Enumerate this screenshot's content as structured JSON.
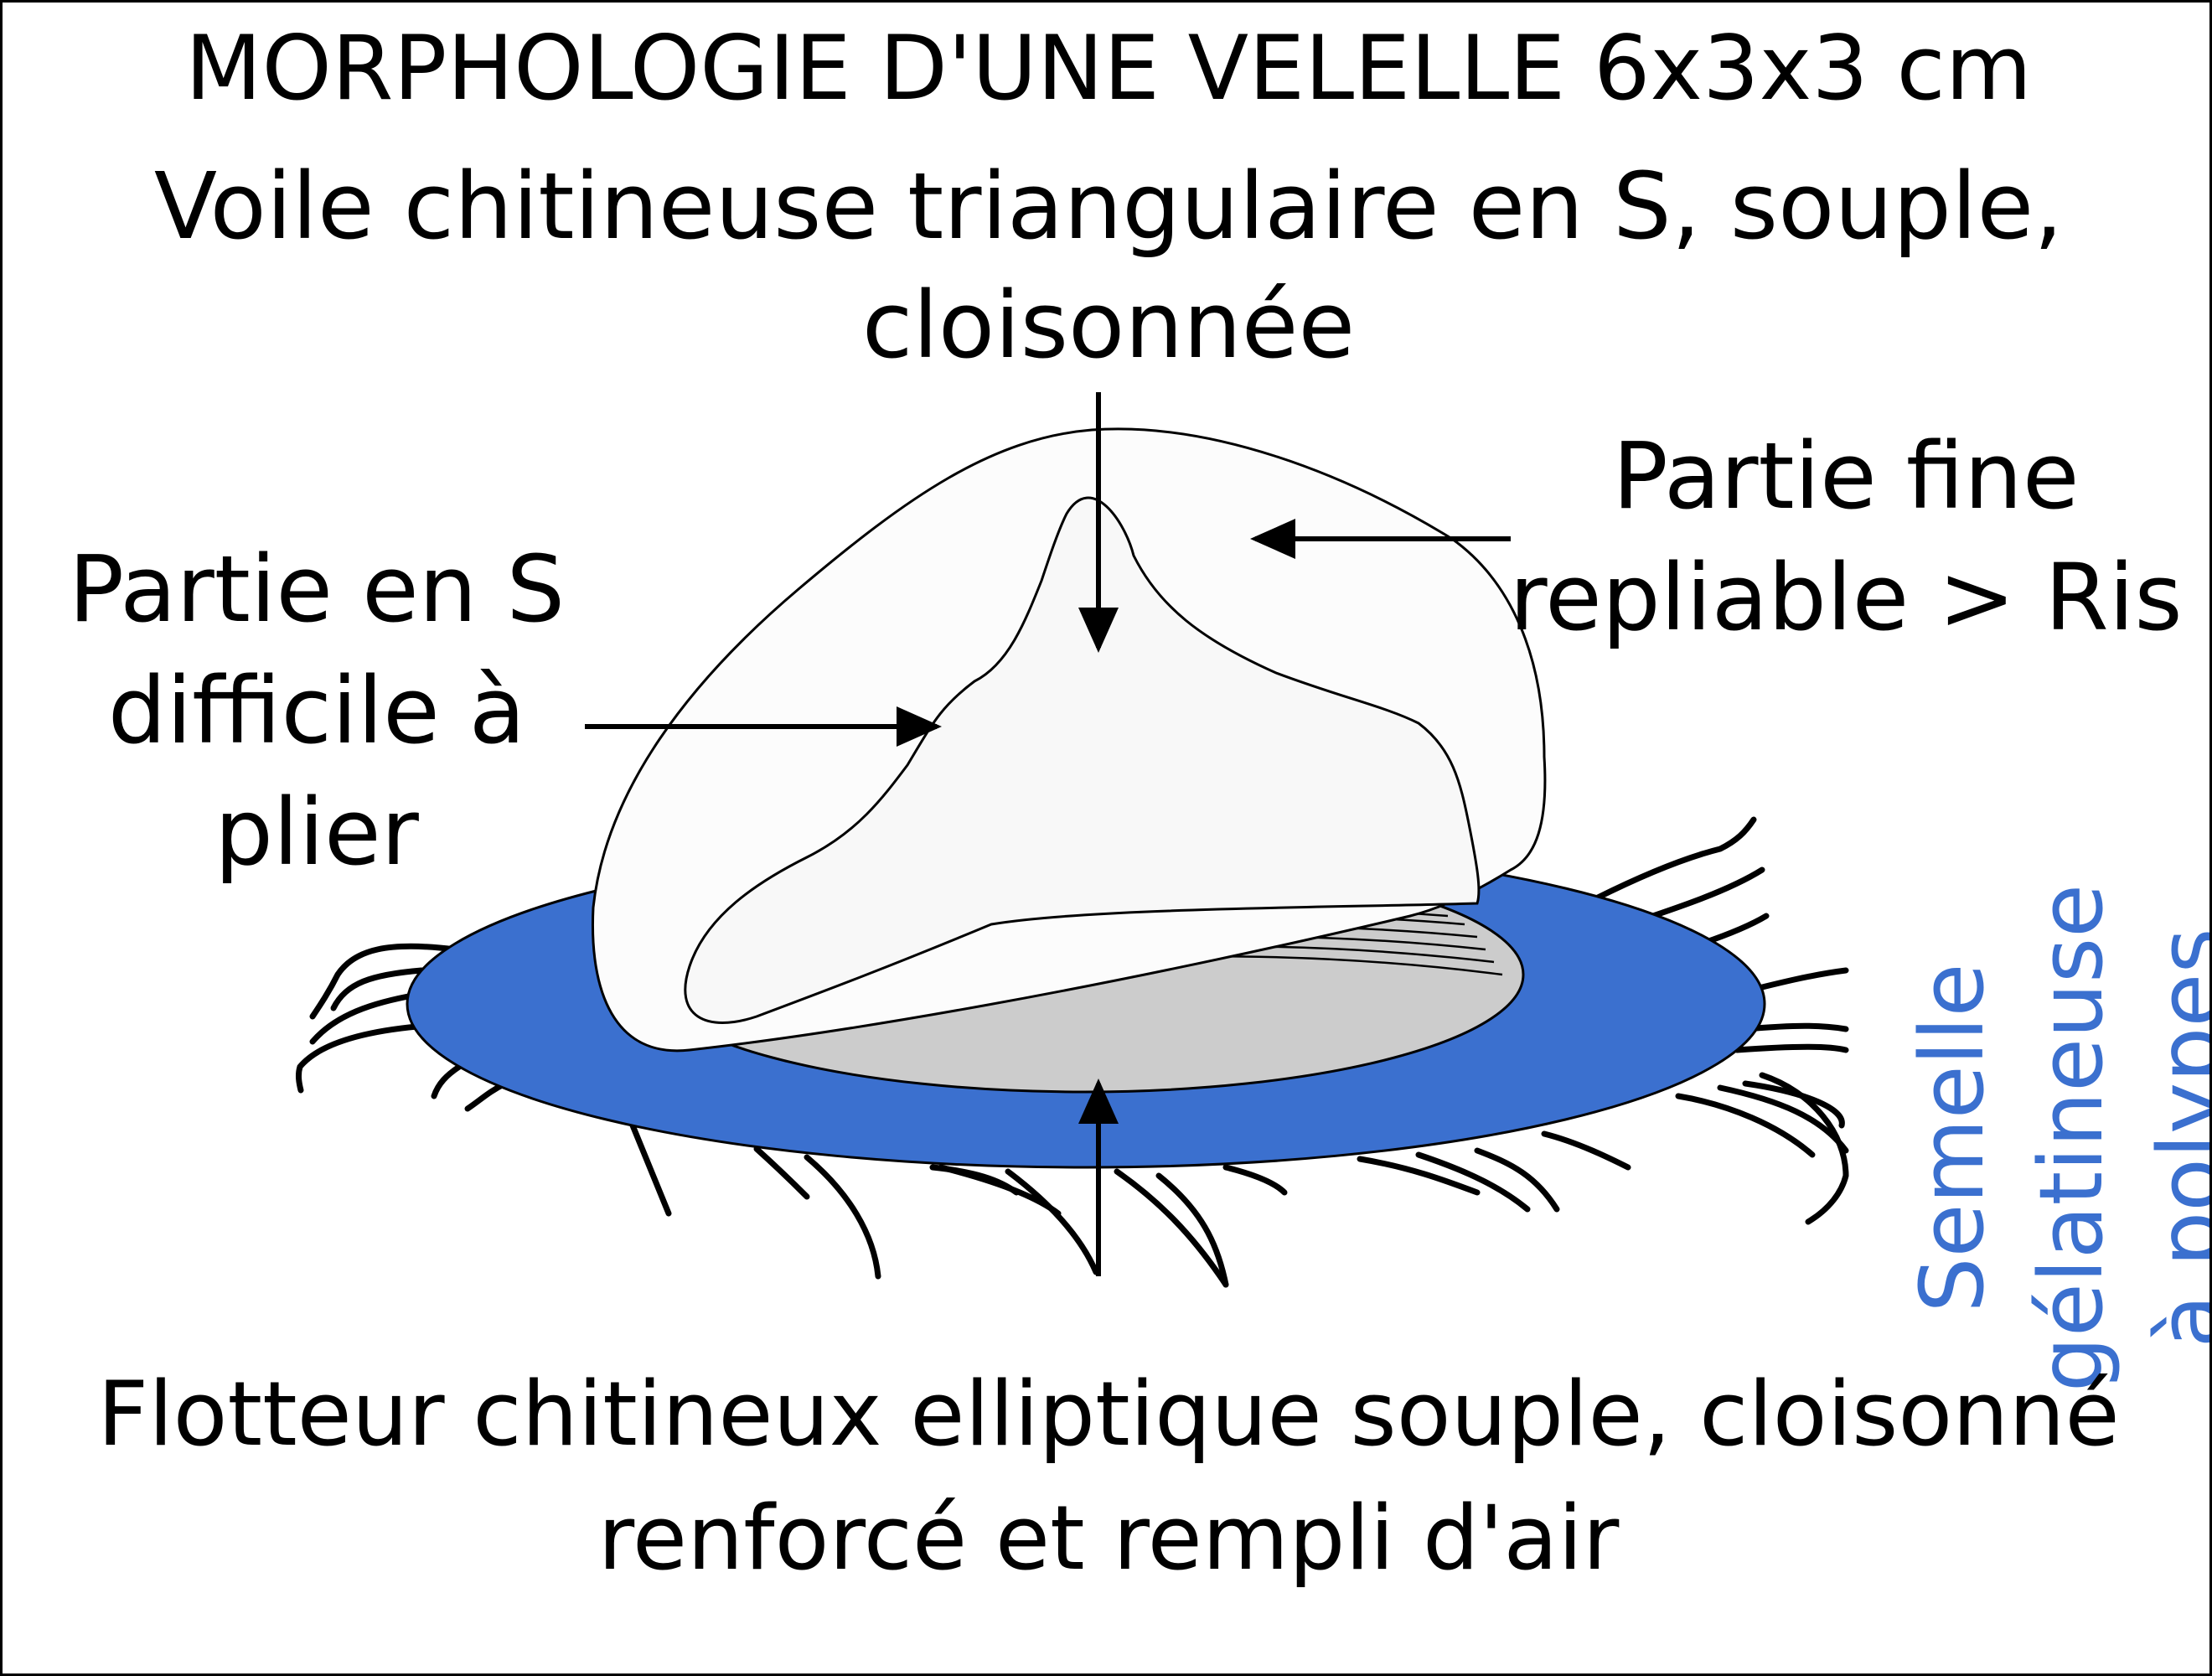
{
  "title": "MORPHOLOGIE D'UNE VELELLE 6x3x3 cm",
  "labels": {
    "voile": [
      "Voile chitineuse triangulaire en S, souple,",
      "cloisonnée"
    ],
    "partie_fine": [
      "Partie fine",
      "repliable > Ris"
    ],
    "partie_s": [
      "Partie en S",
      "difficile à",
      "plier"
    ],
    "semelle": [
      "Semelle",
      "gélatineuse",
      "à polypes"
    ],
    "flotteur": [
      "Flotteur chitineux elliptique souple, cloisonné",
      "renforcé et rempli d'air"
    ]
  },
  "colors": {
    "semelle": "#3b70cf",
    "flotteur": "#cccccc",
    "voile": "#fcfcfc",
    "outline": "#000000",
    "semelle_text": "#3b70cf"
  }
}
